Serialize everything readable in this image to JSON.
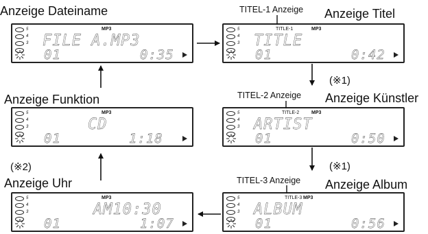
{
  "labels": {
    "dateiname": "Anzeige Dateiname",
    "titel": "Anzeige Titel",
    "kuenstler": "Anzeige Künstler",
    "album": "Anzeige Album",
    "uhr": "Anzeige Uhr",
    "funktion": "Anzeige Funktion",
    "titel1": "TITEL-1 Anzeige",
    "titel2": "TITEL-2 Anzeige",
    "titel3": "TITEL-3 Anzeige",
    "note1a": "(※1)",
    "note1b": "(※1)",
    "note2": "(※2)"
  },
  "panels": {
    "dateiname": {
      "tag": "MP3",
      "subtag": "",
      "top": "FILE A.MP3",
      "track": "01",
      "time": "0:35"
    },
    "titel": {
      "tag": "MP3",
      "subtag": "TITLE-1",
      "top": "TITLE",
      "track": "01",
      "time": "0:42"
    },
    "kuenstler": {
      "tag": "MP3",
      "subtag": "TITLE-2",
      "top": "ARTIST",
      "track": "01",
      "time": "0:50"
    },
    "album": {
      "tag": "MP3",
      "subtag": "TITLE-3",
      "top": "ALBUM",
      "track": "01",
      "time": "0:56"
    },
    "uhr": {
      "tag": "MP3",
      "subtag": "",
      "top": "AM10:30",
      "track": "01",
      "time": "1:07"
    },
    "funktion": {
      "tag": "MP3",
      "subtag": "",
      "top": "CD",
      "track": "01",
      "time": "1:18"
    }
  },
  "disc_numbers": [
    "5",
    "4",
    "3"
  ]
}
